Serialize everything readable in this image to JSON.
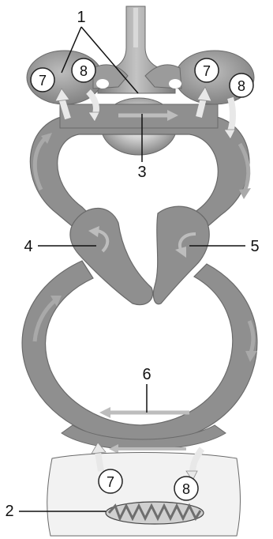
{
  "figure": {
    "colors": {
      "tube": "#8f8f8f",
      "tube_dark": "#6c6c6c",
      "arrow": "#a9a9a9",
      "light_arrow": "#e8e8e8",
      "bulb": "#9a9a9a",
      "cell": "#f2f2f2",
      "mito": "#7d7d7d",
      "line": "#111111"
    },
    "labels": {
      "l1": "1",
      "l2": "2",
      "l3": "3",
      "l4": "4",
      "l5": "5",
      "l6": "6"
    },
    "circle_labels": {
      "top_left_7": "7",
      "top_left_8": "8",
      "top_right_7": "7",
      "top_right_8": "8",
      "bottom_7": "7",
      "bottom_8": "8"
    }
  }
}
